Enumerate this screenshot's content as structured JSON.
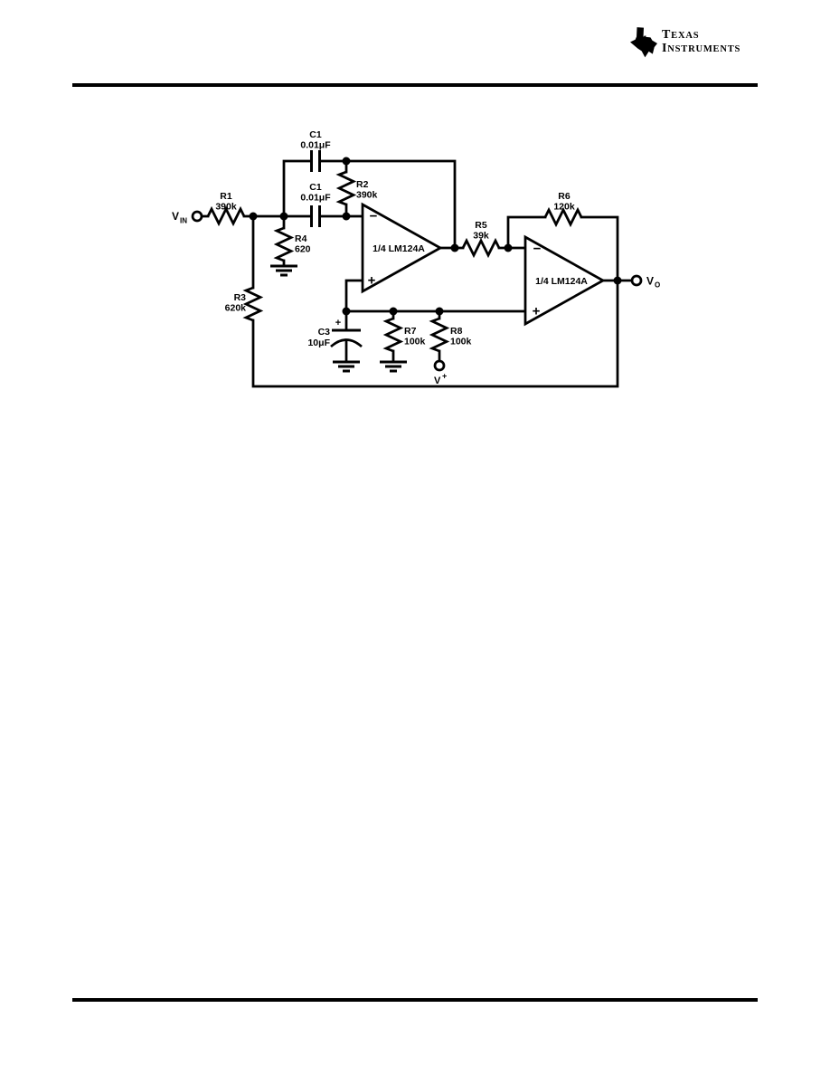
{
  "header": {
    "logo": {
      "icon": "texas-map-icon",
      "icon_script": "ti",
      "word1_initial": "T",
      "word1_rest": "EXAS",
      "word2_initial": "I",
      "word2_rest": "NSTRUMENTS"
    }
  },
  "schematic": {
    "line_color": "#000000",
    "terminals": {
      "vin": {
        "base": "V",
        "sub": "IN"
      },
      "vo": {
        "base": "V",
        "sub": "O"
      },
      "vplus": {
        "base": "V",
        "sup": "+"
      }
    },
    "opamp1": {
      "label": "1/4 LM124A",
      "inverting": "−",
      "noninverting": "+"
    },
    "opamp2": {
      "label": "1/4 LM124A",
      "inverting": "−",
      "noninverting": "+"
    },
    "components": {
      "r1": {
        "ref": "R1",
        "value": "390k"
      },
      "r2": {
        "ref": "R2",
        "value": "390k"
      },
      "r3": {
        "ref": "R3",
        "value": "620k"
      },
      "r4": {
        "ref": "R4",
        "value": "620"
      },
      "r5": {
        "ref": "R5",
        "value": "39k"
      },
      "r6": {
        "ref": "R6",
        "value": "120k"
      },
      "r7": {
        "ref": "R7",
        "value": "100k"
      },
      "r8": {
        "ref": "R8",
        "value": "100k"
      },
      "c1_top": {
        "ref": "C1",
        "value": "0.01μF"
      },
      "c1_bottom": {
        "ref": "C1",
        "value": "0.01μF"
      },
      "c3": {
        "ref": "C3",
        "value": "10μF",
        "polarity": "+"
      }
    }
  }
}
